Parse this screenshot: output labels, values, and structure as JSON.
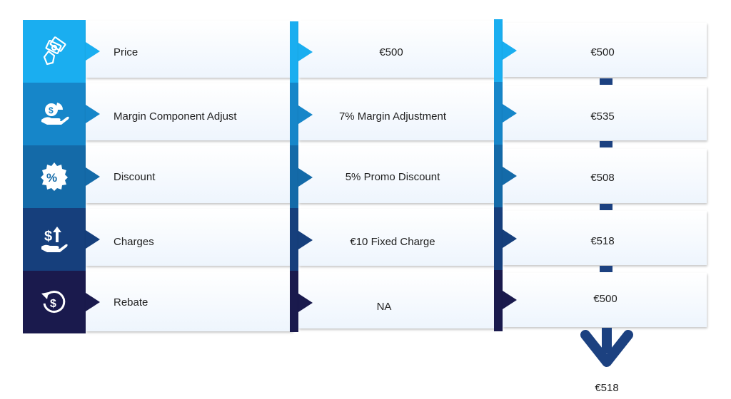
{
  "rows": [
    {
      "label": "Price",
      "adjustment": "€500",
      "result": "€500",
      "icon": "money-bills-icon",
      "color": "#1aaef0"
    },
    {
      "label": "Margin Component Adjust",
      "adjustment": "7% Margin Adjustment",
      "result": "€535",
      "icon": "hand-coin-pie-icon",
      "color": "#1686c9"
    },
    {
      "label": "Discount",
      "adjustment": "5% Promo Discount",
      "result": "€508",
      "icon": "percent-badge-icon",
      "color": "#146aa8"
    },
    {
      "label": "Charges",
      "adjustment": "€10 Fixed Charge",
      "result": "€518",
      "icon": "dollar-up-hand-icon",
      "color": "#163f7c"
    },
    {
      "label": "Rebate",
      "adjustment": "NA",
      "result": "€500",
      "icon": "rebate-cycle-icon",
      "color": "#1a1a4d"
    }
  ],
  "final": {
    "value": "€518",
    "arrow_color": "#1c4180",
    "icon": "down-arrow-icon"
  }
}
